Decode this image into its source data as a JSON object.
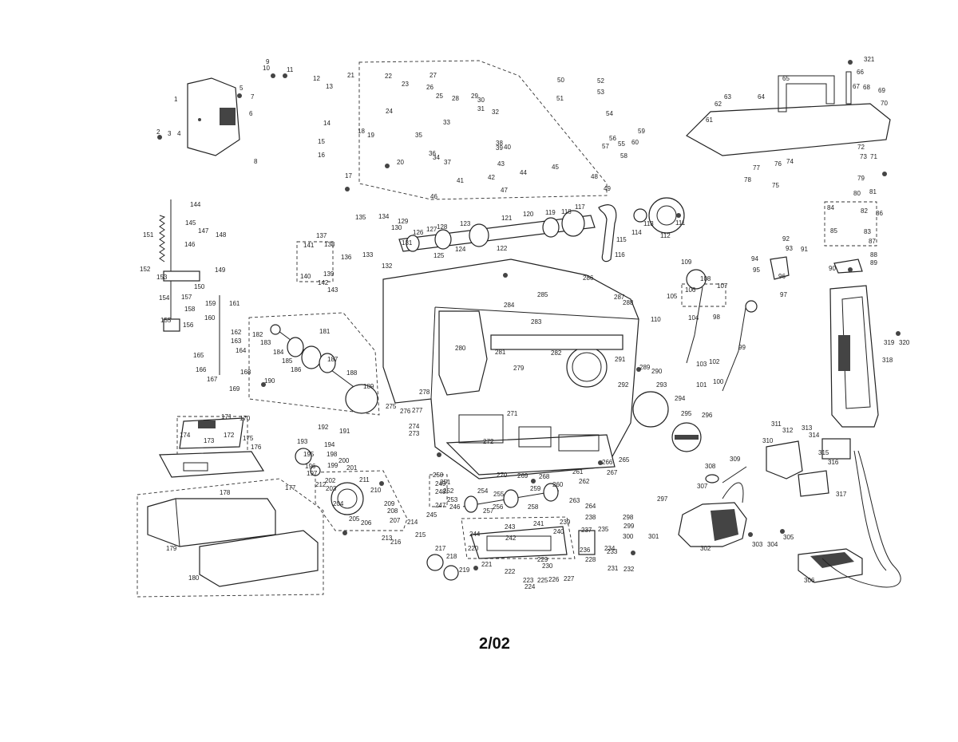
{
  "page_code": "2/02",
  "part_labels": [
    "1",
    "2",
    "3",
    "4",
    "5",
    "6",
    "7",
    "8",
    "9",
    "10",
    "11",
    "12",
    "13",
    "14",
    "15",
    "16",
    "17",
    "18",
    "19",
    "20",
    "21",
    "22",
    "23",
    "24",
    "25",
    "26",
    "27",
    "28",
    "29",
    "30",
    "31",
    "32",
    "33",
    "34",
    "35",
    "36",
    "37",
    "38",
    "39",
    "40",
    "41",
    "42",
    "43",
    "44",
    "45",
    "46",
    "47",
    "48",
    "49",
    "50",
    "51",
    "52",
    "53",
    "54",
    "55",
    "56",
    "57",
    "58",
    "59",
    "60",
    "61",
    "62",
    "63",
    "64",
    "65",
    "66",
    "67",
    "68",
    "69",
    "70",
    "71",
    "72",
    "73",
    "74",
    "75",
    "76",
    "77",
    "78",
    "79",
    "80",
    "81",
    "82",
    "83",
    "84",
    "85",
    "86",
    "87",
    "88",
    "89",
    "90",
    "91",
    "92",
    "93",
    "94",
    "95",
    "96",
    "97",
    "98",
    "99",
    "100",
    "101",
    "102",
    "103",
    "104",
    "105",
    "106",
    "107",
    "108",
    "109",
    "110",
    "111",
    "112",
    "113",
    "114",
    "115",
    "116",
    "117",
    "118",
    "119",
    "120",
    "121",
    "122",
    "123",
    "124",
    "125",
    "126",
    "127",
    "128",
    "129",
    "130",
    "131",
    "132",
    "133",
    "134",
    "135",
    "136",
    "137",
    "138",
    "139",
    "140",
    "141",
    "142",
    "143",
    "144",
    "145",
    "146",
    "147",
    "148",
    "149",
    "150",
    "151",
    "152",
    "153",
    "154",
    "155",
    "156",
    "157",
    "158",
    "159",
    "160",
    "161",
    "162",
    "163",
    "164",
    "165",
    "166",
    "167",
    "168",
    "169",
    "170",
    "171",
    "172",
    "173",
    "174",
    "175",
    "176",
    "177",
    "178",
    "179",
    "180",
    "181",
    "182",
    "183",
    "184",
    "185",
    "186",
    "187",
    "188",
    "189",
    "190",
    "191",
    "192",
    "193",
    "194",
    "195",
    "196",
    "197",
    "198",
    "199",
    "200",
    "201",
    "202",
    "203",
    "204",
    "205",
    "206",
    "207",
    "208",
    "209",
    "210",
    "211",
    "212",
    "213",
    "214",
    "215",
    "216",
    "217",
    "218",
    "219",
    "220",
    "221",
    "222",
    "223",
    "224",
    "225",
    "226",
    "227",
    "228",
    "229",
    "230",
    "231",
    "232",
    "233",
    "234",
    "235",
    "236",
    "237",
    "238",
    "239",
    "240",
    "241",
    "242",
    "243",
    "244",
    "245",
    "246",
    "247",
    "248",
    "249",
    "250",
    "251",
    "252",
    "253",
    "254",
    "255",
    "256",
    "257",
    "258",
    "259",
    "260",
    "261",
    "262",
    "263",
    "264",
    "265",
    "266",
    "267",
    "268",
    "269",
    "270",
    "271",
    "272",
    "273",
    "274",
    "275",
    "276",
    "277",
    "278",
    "279",
    "280",
    "281",
    "282",
    "283",
    "284",
    "285",
    "286",
    "287",
    "288",
    "289",
    "290",
    "291",
    "292",
    "293",
    "294",
    "295",
    "296",
    "297",
    "298",
    "299",
    "300",
    "301",
    "302",
    "303",
    "304",
    "305",
    "306",
    "307",
    "308",
    "309",
    "310",
    "311",
    "312",
    "313",
    "314",
    "315",
    "316",
    "317",
    "318",
    "319",
    "320",
    "321"
  ]
}
